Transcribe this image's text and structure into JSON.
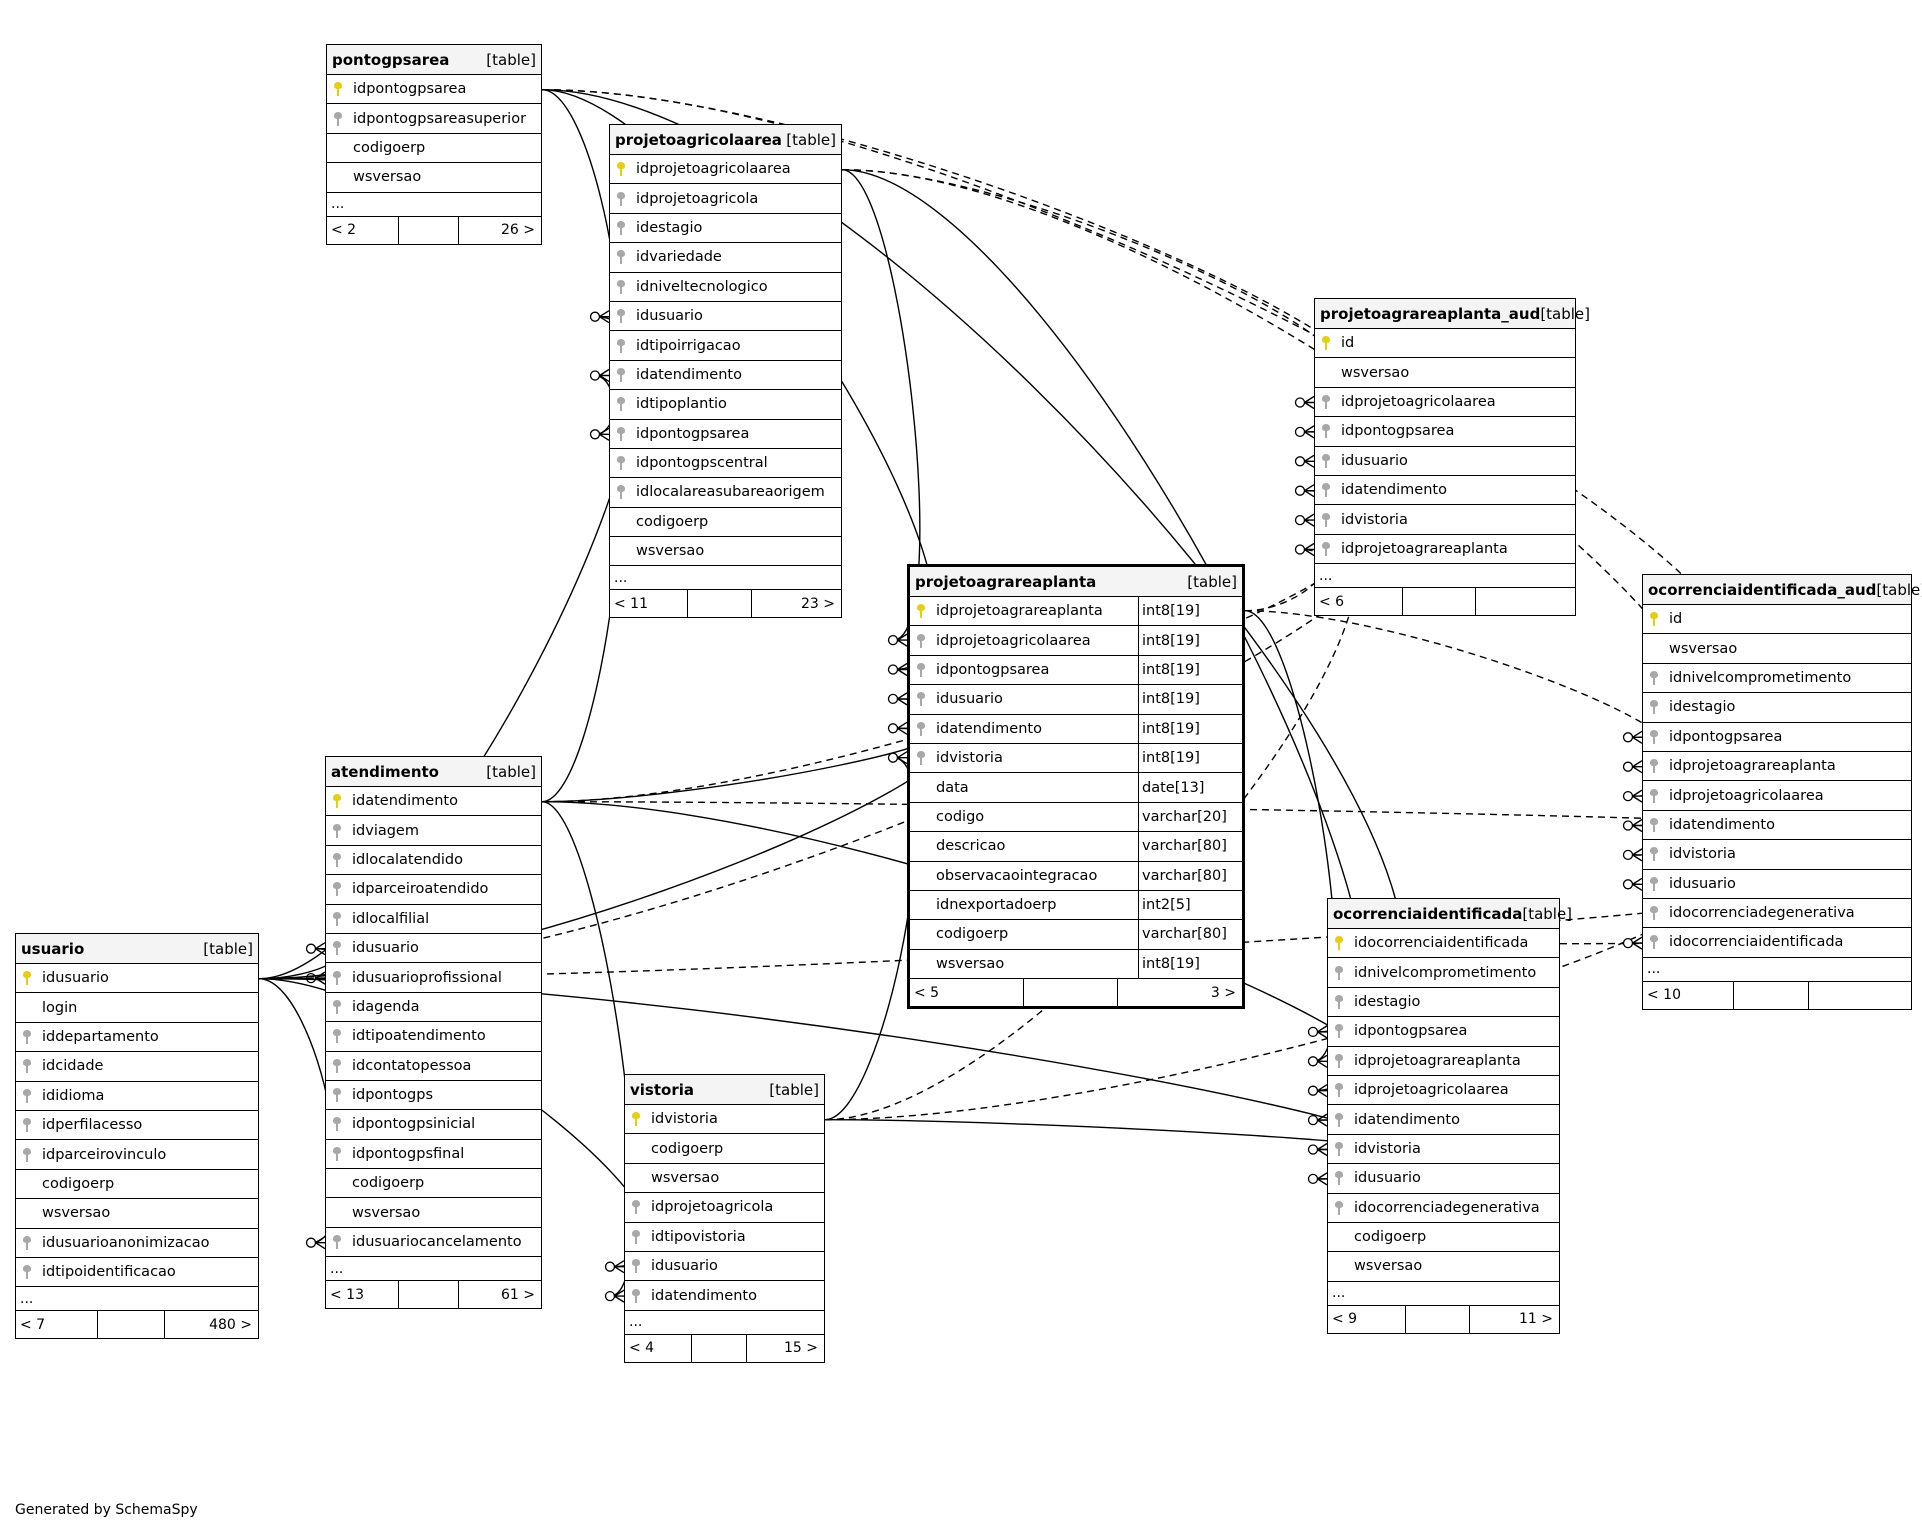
{
  "footer_text": "Generated by SchemaSpy",
  "tables": [
    {
      "id": "pontogpsarea",
      "name": "pontogpsarea",
      "type": "[table]",
      "focus": false,
      "columns": [
        {
          "name": "idpontogpsarea",
          "key": "pk"
        },
        {
          "name": "idpontogpsareasuperior",
          "key": "fk"
        },
        {
          "name": "codigoerp",
          "key": ""
        },
        {
          "name": "wsversao",
          "key": ""
        }
      ],
      "ellipsis": "...",
      "footer_left": "< 2",
      "footer_right": "26 >"
    },
    {
      "id": "projetoagricolaarea",
      "name": "projetoagricolaarea",
      "type": "[table]",
      "focus": false,
      "columns": [
        {
          "name": "idprojetoagricolaarea",
          "key": "pk"
        },
        {
          "name": "idprojetoagricola",
          "key": "fk"
        },
        {
          "name": "idestagio",
          "key": "fk"
        },
        {
          "name": "idvariedade",
          "key": "fk"
        },
        {
          "name": "idniveltecnologico",
          "key": "fk"
        },
        {
          "name": "idusuario",
          "key": "fk"
        },
        {
          "name": "idtipoirrigacao",
          "key": "fk"
        },
        {
          "name": "idatendimento",
          "key": "fk"
        },
        {
          "name": "idtipoplantio",
          "key": "fk"
        },
        {
          "name": "idpontogpsarea",
          "key": "fk"
        },
        {
          "name": "idpontogpscentral",
          "key": "fk"
        },
        {
          "name": "idlocalareasubareaorigem",
          "key": "fk"
        },
        {
          "name": "codigoerp",
          "key": ""
        },
        {
          "name": "wsversao",
          "key": ""
        }
      ],
      "ellipsis": "...",
      "footer_left": "< 11",
      "footer_right": "23 >"
    },
    {
      "id": "projetoagrareaplanta_aud",
      "name": "projetoagrareaplanta_aud",
      "type": "[table]",
      "focus": false,
      "columns": [
        {
          "name": "id",
          "key": "pk"
        },
        {
          "name": "wsversao",
          "key": ""
        },
        {
          "name": "idprojetoagricolaarea",
          "key": "fk"
        },
        {
          "name": "idpontogpsarea",
          "key": "fk"
        },
        {
          "name": "idusuario",
          "key": "fk"
        },
        {
          "name": "idatendimento",
          "key": "fk"
        },
        {
          "name": "idvistoria",
          "key": "fk"
        },
        {
          "name": "idprojetoagrareaplanta",
          "key": "fk"
        }
      ],
      "ellipsis": "...",
      "footer_left": "< 6",
      "footer_right": ""
    },
    {
      "id": "projetoagrareaplanta",
      "name": "projetoagrareaplanta",
      "type": "[table]",
      "focus": true,
      "columns": [
        {
          "name": "idprojetoagrareaplanta",
          "key": "pk",
          "type": "int8[19]"
        },
        {
          "name": "idprojetoagricolaarea",
          "key": "fk",
          "type": "int8[19]"
        },
        {
          "name": "idpontogpsarea",
          "key": "fk",
          "type": "int8[19]"
        },
        {
          "name": "idusuario",
          "key": "fk",
          "type": "int8[19]"
        },
        {
          "name": "idatendimento",
          "key": "fk",
          "type": "int8[19]"
        },
        {
          "name": "idvistoria",
          "key": "fk",
          "type": "int8[19]"
        },
        {
          "name": "data",
          "key": "",
          "type": "date[13]"
        },
        {
          "name": "codigo",
          "key": "",
          "type": "varchar[20]"
        },
        {
          "name": "descricao",
          "key": "",
          "type": "varchar[80]"
        },
        {
          "name": "observacaointegracao",
          "key": "",
          "type": "varchar[80]"
        },
        {
          "name": "idnexportadoerp",
          "key": "",
          "type": "int2[5]"
        },
        {
          "name": "codigoerp",
          "key": "",
          "type": "varchar[80]"
        },
        {
          "name": "wsversao",
          "key": "",
          "type": "int8[19]"
        }
      ],
      "ellipsis": "",
      "footer_left": "< 5",
      "footer_right": "3 >"
    },
    {
      "id": "ocorrenciaidentificada_aud",
      "name": "ocorrenciaidentificada_aud",
      "type": "[table]",
      "focus": false,
      "columns": [
        {
          "name": "id",
          "key": "pk"
        },
        {
          "name": "wsversao",
          "key": ""
        },
        {
          "name": "idnivelcomprometimento",
          "key": "fk"
        },
        {
          "name": "idestagio",
          "key": "fk"
        },
        {
          "name": "idpontogpsarea",
          "key": "fk"
        },
        {
          "name": "idprojetoagrareaplanta",
          "key": "fk"
        },
        {
          "name": "idprojetoagricolaarea",
          "key": "fk"
        },
        {
          "name": "idatendimento",
          "key": "fk"
        },
        {
          "name": "idvistoria",
          "key": "fk"
        },
        {
          "name": "idusuario",
          "key": "fk"
        },
        {
          "name": "idocorrenciadegenerativa",
          "key": "fk"
        },
        {
          "name": "idocorrenciaidentificada",
          "key": "fk"
        }
      ],
      "ellipsis": "...",
      "footer_left": "< 10",
      "footer_right": ""
    },
    {
      "id": "atendimento",
      "name": "atendimento",
      "type": "[table]",
      "focus": false,
      "columns": [
        {
          "name": "idatendimento",
          "key": "pk"
        },
        {
          "name": "idviagem",
          "key": "fk"
        },
        {
          "name": "idlocalatendido",
          "key": "fk"
        },
        {
          "name": "idparceiroatendido",
          "key": "fk"
        },
        {
          "name": "idlocalfilial",
          "key": "fk"
        },
        {
          "name": "idusuario",
          "key": "fk"
        },
        {
          "name": "idusuarioprofissional",
          "key": "fk"
        },
        {
          "name": "idagenda",
          "key": "fk"
        },
        {
          "name": "idtipoatendimento",
          "key": "fk"
        },
        {
          "name": "idcontatopessoa",
          "key": "fk"
        },
        {
          "name": "idpontogps",
          "key": "fk"
        },
        {
          "name": "idpontogpsinicial",
          "key": "fk"
        },
        {
          "name": "idpontogpsfinal",
          "key": "fk"
        },
        {
          "name": "codigoerp",
          "key": ""
        },
        {
          "name": "wsversao",
          "key": ""
        },
        {
          "name": "idusuariocancelamento",
          "key": "fk"
        }
      ],
      "ellipsis": "...",
      "footer_left": "< 13",
      "footer_right": "61 >"
    },
    {
      "id": "usuario",
      "name": "usuario",
      "type": "[table]",
      "focus": false,
      "columns": [
        {
          "name": "idusuario",
          "key": "pk"
        },
        {
          "name": "login",
          "key": ""
        },
        {
          "name": "iddepartamento",
          "key": "fk"
        },
        {
          "name": "idcidade",
          "key": "fk"
        },
        {
          "name": "ididioma",
          "key": "fk"
        },
        {
          "name": "idperfilacesso",
          "key": "fk"
        },
        {
          "name": "idparceirovinculo",
          "key": "fk"
        },
        {
          "name": "codigoerp",
          "key": ""
        },
        {
          "name": "wsversao",
          "key": ""
        },
        {
          "name": "idusuarioanonimizacao",
          "key": "fk"
        },
        {
          "name": "idtipoidentificacao",
          "key": "fk"
        }
      ],
      "ellipsis": "...",
      "footer_left": "< 7",
      "footer_right": "480 >"
    },
    {
      "id": "vistoria",
      "name": "vistoria",
      "type": "[table]",
      "focus": false,
      "columns": [
        {
          "name": "idvistoria",
          "key": "pk"
        },
        {
          "name": "codigoerp",
          "key": ""
        },
        {
          "name": "wsversao",
          "key": ""
        },
        {
          "name": "idprojetoagricola",
          "key": "fk"
        },
        {
          "name": "idtipovistoria",
          "key": "fk"
        },
        {
          "name": "idusuario",
          "key": "fk"
        },
        {
          "name": "idatendimento",
          "key": "fk"
        }
      ],
      "ellipsis": "...",
      "footer_left": "< 4",
      "footer_right": "15 >"
    },
    {
      "id": "ocorrenciaidentificada",
      "name": "ocorrenciaidentificada",
      "type": "[table]",
      "focus": false,
      "columns": [
        {
          "name": "idocorrenciaidentificada",
          "key": "pk"
        },
        {
          "name": "idnivelcomprometimento",
          "key": "fk"
        },
        {
          "name": "idestagio",
          "key": "fk"
        },
        {
          "name": "idpontogpsarea",
          "key": "fk"
        },
        {
          "name": "idprojetoagrareaplanta",
          "key": "fk"
        },
        {
          "name": "idprojetoagricolaarea",
          "key": "fk"
        },
        {
          "name": "idatendimento",
          "key": "fk"
        },
        {
          "name": "idvistoria",
          "key": "fk"
        },
        {
          "name": "idusuario",
          "key": "fk"
        },
        {
          "name": "idocorrenciadegenerativa",
          "key": "fk"
        },
        {
          "name": "codigoerp",
          "key": ""
        },
        {
          "name": "wsversao",
          "key": ""
        }
      ],
      "ellipsis": "...",
      "footer_left": "< 9",
      "footer_right": "11 >"
    }
  ],
  "relationships": [
    {
      "from": "pontogpsarea.idpontogpsarea",
      "to": "projetoagricolaarea.idpontogpsarea",
      "style": "solid"
    },
    {
      "from": "pontogpsarea.idpontogpsarea",
      "to": "projetoagrareaplanta.idpontogpsarea",
      "style": "solid"
    },
    {
      "from": "pontogpsarea.idpontogpsarea",
      "to": "ocorrenciaidentificada.idpontogpsarea",
      "style": "solid"
    },
    {
      "from": "pontogpsarea.idpontogpsarea",
      "to": "projetoagrareaplanta_aud.idpontogpsarea",
      "style": "dashed"
    },
    {
      "from": "pontogpsarea.idpontogpsarea",
      "to": "ocorrenciaidentificada_aud.idpontogpsarea",
      "style": "dashed"
    },
    {
      "from": "projetoagricolaarea.idprojetoagricolaarea",
      "to": "projetoagrareaplanta.idprojetoagricolaarea",
      "style": "solid"
    },
    {
      "from": "projetoagricolaarea.idprojetoagricolaarea",
      "to": "ocorrenciaidentificada.idprojetoagricolaarea",
      "style": "solid"
    },
    {
      "from": "projetoagricolaarea.idprojetoagricolaarea",
      "to": "projetoagrareaplanta_aud.idprojetoagricolaarea",
      "style": "dashed"
    },
    {
      "from": "projetoagricolaarea.idprojetoagricolaarea",
      "to": "ocorrenciaidentificada_aud.idprojetoagricolaarea",
      "style": "dashed"
    },
    {
      "from": "usuario.idusuario",
      "to": "projetoagricolaarea.idusuario",
      "style": "solid"
    },
    {
      "from": "usuario.idusuario",
      "to": "atendimento.idusuario",
      "style": "solid"
    },
    {
      "from": "usuario.idusuario",
      "to": "atendimento.idusuarioprofissional",
      "style": "solid"
    },
    {
      "from": "usuario.idusuario",
      "to": "atendimento.idusuariocancelamento",
      "style": "solid"
    },
    {
      "from": "usuario.idusuario",
      "to": "projetoagrareaplanta.idusuario",
      "style": "solid"
    },
    {
      "from": "usuario.idusuario",
      "to": "vistoria.idusuario",
      "style": "solid"
    },
    {
      "from": "usuario.idusuario",
      "to": "ocorrenciaidentificada.idusuario",
      "style": "solid"
    },
    {
      "from": "usuario.idusuario",
      "to": "projetoagrareaplanta_aud.idusuario",
      "style": "dashed"
    },
    {
      "from": "usuario.idusuario",
      "to": "ocorrenciaidentificada_aud.idusuario",
      "style": "dashed"
    },
    {
      "from": "atendimento.idatendimento",
      "to": "projetoagricolaarea.idatendimento",
      "style": "solid"
    },
    {
      "from": "atendimento.idatendimento",
      "to": "projetoagrareaplanta.idatendimento",
      "style": "solid"
    },
    {
      "from": "atendimento.idatendimento",
      "to": "vistoria.idatendimento",
      "style": "solid"
    },
    {
      "from": "atendimento.idatendimento",
      "to": "ocorrenciaidentificada.idatendimento",
      "style": "solid"
    },
    {
      "from": "atendimento.idatendimento",
      "to": "projetoagrareaplanta_aud.idatendimento",
      "style": "dashed"
    },
    {
      "from": "atendimento.idatendimento",
      "to": "ocorrenciaidentificada_aud.idatendimento",
      "style": "dashed"
    },
    {
      "from": "vistoria.idvistoria",
      "to": "projetoagrareaplanta.idvistoria",
      "style": "solid"
    },
    {
      "from": "vistoria.idvistoria",
      "to": "ocorrenciaidentificada.idvistoria",
      "style": "solid"
    },
    {
      "from": "vistoria.idvistoria",
      "to": "projetoagrareaplanta_aud.idvistoria",
      "style": "dashed"
    },
    {
      "from": "vistoria.idvistoria",
      "to": "ocorrenciaidentificada_aud.idvistoria",
      "style": "dashed"
    },
    {
      "from": "projetoagrareaplanta.idprojetoagrareaplanta",
      "to": "ocorrenciaidentificada.idprojetoagrareaplanta",
      "style": "solid"
    },
    {
      "from": "projetoagrareaplanta.idprojetoagrareaplanta",
      "to": "projetoagrareaplanta_aud.idprojetoagrareaplanta",
      "style": "dashed"
    },
    {
      "from": "projetoagrareaplanta.idprojetoagrareaplanta",
      "to": "ocorrenciaidentificada_aud.idprojetoagrareaplanta",
      "style": "dashed"
    },
    {
      "from": "ocorrenciaidentificada.idocorrenciaidentificada",
      "to": "ocorrenciaidentificada_aud.idocorrenciaidentificada",
      "style": "dashed"
    }
  ]
}
